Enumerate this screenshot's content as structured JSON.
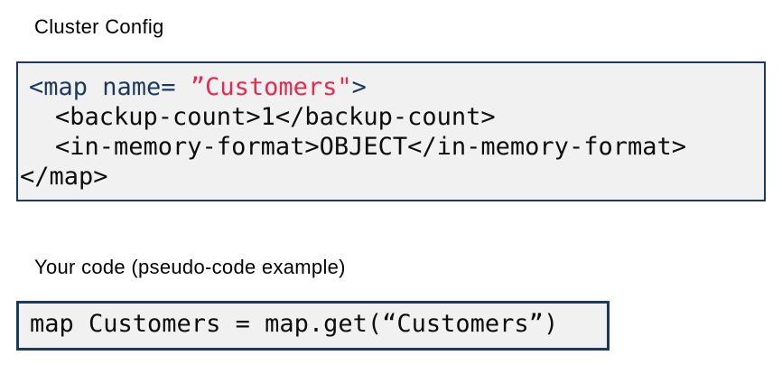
{
  "colors": {
    "navy": "#1c3a5e",
    "red": "#e8284e",
    "code_black": "#0d0d0d",
    "box_bg": "#f1f1f2",
    "title_black": "#000000",
    "page_bg": "#ffffff"
  },
  "sections": [
    {
      "title": "Cluster Config",
      "code_lines": [
        {
          "segments": [
            {
              "text": "<map name= ",
              "color": "navy"
            },
            {
              "text": "”Customers\"",
              "color": "red"
            },
            {
              "text": ">",
              "color": "navy"
            }
          ]
        },
        {
          "segments": [
            {
              "text": "<backup-count>1</backup-count>",
              "color": "black"
            }
          ]
        },
        {
          "segments": [
            {
              "text": "<in-memory-format>OBJECT</in-memory-format>",
              "color": "black"
            }
          ]
        },
        {
          "segments": [
            {
              "text": "</map>",
              "color": "black"
            }
          ]
        }
      ]
    },
    {
      "title": "Your code (pseudo-code example)",
      "code_lines": [
        {
          "segments": [
            {
              "text": "map Customers = map.get(“Customers”)",
              "color": "black"
            }
          ]
        }
      ]
    }
  ]
}
